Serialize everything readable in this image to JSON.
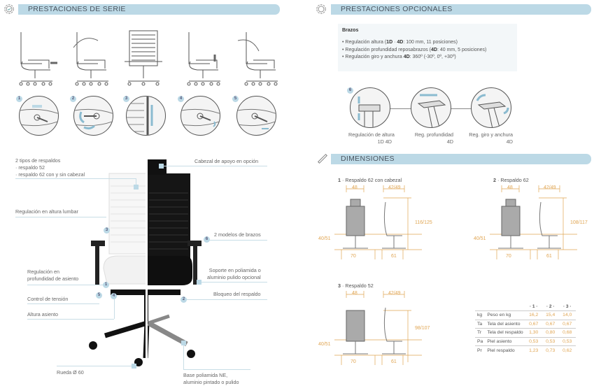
{
  "serie": {
    "title": "PRESTACIONES DE SERIE",
    "icon": "gear-check-icon",
    "steps": [
      "1",
      "2",
      "3",
      "4",
      "5"
    ]
  },
  "opcionales": {
    "title": "PRESTACIONES OPCIONALES",
    "icon": "gear-check-icon",
    "box_title": "Brazos",
    "bullets": [
      {
        "pre": "Regulación altura (",
        "b1": "1D",
        "mid": " · ",
        "b2": "4D",
        ": ": "",
        "post": ": 100 mm, 11 posiciones)"
      },
      {
        "pre": "Regulación profundidad reposabrazos (",
        "b1": "4D",
        "post": ": 40 mm, 5 posiciones)"
      },
      {
        "pre": "Regulación giro y anchura ",
        "b1": "4D",
        "post": ": 360º (-30º, 0º, +30º)"
      }
    ],
    "step": "6",
    "details": [
      {
        "label": "Regulación de altura",
        "sub": "1D   4D"
      },
      {
        "label": "Reg. profundidad",
        "sub": "4D"
      },
      {
        "label": "Reg. giro y anchura",
        "sub": "4D"
      }
    ]
  },
  "callouts": {
    "respaldos": [
      "2 tipos de respaldos",
      "· respaldo 52",
      "· respaldo 62 con y sin cabezal"
    ],
    "lumbar": "Regulación en altura lumbar",
    "profundidad": [
      "Regulación en",
      "profundidad de asiento"
    ],
    "tension": "Control de tensión",
    "altura": "Altura asiento",
    "rueda": "Rueda Ø 60",
    "cabezal": "Cabezal de apoyo en opción",
    "brazos": "2 modelos de brazos",
    "soporte": [
      "Soporte en poliamida o",
      "aluminio pulido opcional"
    ],
    "bloqueo": "Bloqueo del respaldo",
    "base": [
      "Base poliamida NE,",
      "aluminio pintado o pulido"
    ],
    "nums": {
      "n1": "1",
      "n2": "2",
      "n3": "3",
      "n4": "4",
      "n5": "5",
      "n6": "6"
    }
  },
  "dimensiones": {
    "title": "DIMENSIONES",
    "icon": "ruler-icon",
    "models": [
      {
        "num": "1",
        "label": " · Respaldo 62 con cabezal",
        "w": "48",
        "d": "42/49",
        "h": "116/125",
        "seat": "40/51",
        "base": "70",
        "depth": "61"
      },
      {
        "num": "2",
        "label": " · Respaldo 62",
        "w": "48",
        "d": "42/49",
        "h": "108/117",
        "seat": "40/51",
        "base": "70",
        "depth": "61"
      },
      {
        "num": "3",
        "label": " · Respaldo 52",
        "w": "48",
        "d": "42/49",
        "h": "98/107",
        "seat": "40/51",
        "base": "70",
        "depth": "61"
      }
    ],
    "table": {
      "headers": [
        "· 1 ·",
        "· 2 ·",
        "· 3 ·"
      ],
      "rows": [
        {
          "code": "kg",
          "name": "Peso en kg",
          "v": [
            "16,2",
            "15,4",
            "14,0"
          ]
        },
        {
          "code": "Ta",
          "name": "Tela del asiento",
          "v": [
            "0,67",
            "0,67",
            "0,67"
          ]
        },
        {
          "code": "Tr",
          "name": "Tela del respaldo",
          "v": [
            "1,30",
            "0,80",
            "0,68"
          ]
        },
        {
          "code": "Pa",
          "name": "Piel asiento",
          "v": [
            "0,53",
            "0,53",
            "0,53"
          ]
        },
        {
          "code": "Pr",
          "name": "Piel respaldo",
          "v": [
            "1,23",
            "0,73",
            "0,62"
          ]
        }
      ]
    }
  },
  "colors": {
    "accent": "#bcd9e6",
    "dimension": "#e0a552"
  }
}
